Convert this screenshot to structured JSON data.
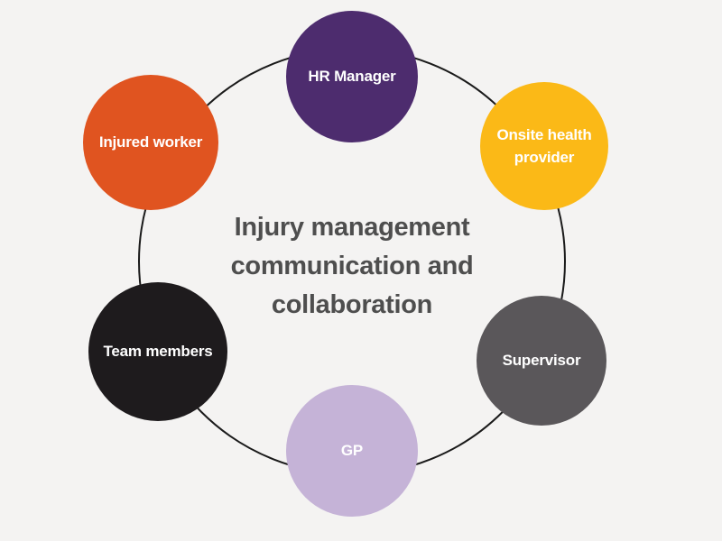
{
  "background_color": "#f4f3f2",
  "ring": {
    "color": "#1a1a1a"
  },
  "title": {
    "lines": [
      "Injury management",
      "communication and",
      "collaboration"
    ],
    "color": "#4e4e4e"
  },
  "nodes": [
    {
      "id": "hr-manager",
      "label": "HR Manager",
      "color": "#4d2c6e",
      "text_color": "#ffffff",
      "position": "top"
    },
    {
      "id": "onsite-health-provider",
      "label": "Onsite health provider",
      "color": "#fbb917",
      "text_color": "#ffffff",
      "position": "top-right"
    },
    {
      "id": "supervisor",
      "label": "Supervisor",
      "color": "#5a575a",
      "text_color": "#ffffff",
      "position": "bottom-right"
    },
    {
      "id": "gp",
      "label": "GP",
      "color": "#c5b3d7",
      "text_color": "#ffffff",
      "position": "bottom"
    },
    {
      "id": "team-members",
      "label": "Team members",
      "color": "#1e1b1d",
      "text_color": "#ffffff",
      "position": "bottom-left"
    },
    {
      "id": "injured-worker",
      "label": "Injured worker",
      "color": "#e05420",
      "text_color": "#ffffff",
      "position": "top-left"
    }
  ]
}
